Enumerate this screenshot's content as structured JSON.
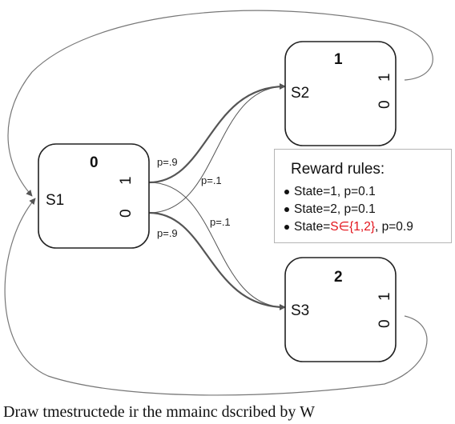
{
  "states": [
    {
      "id": "s1",
      "name": "S1",
      "value": "0",
      "actions": [
        "1",
        "0"
      ]
    },
    {
      "id": "s2",
      "name": "S2",
      "value": "1",
      "actions": [
        "1",
        "0"
      ]
    },
    {
      "id": "s3",
      "name": "S3",
      "value": "2",
      "actions": [
        "1",
        "0"
      ]
    }
  ],
  "transitions": {
    "a1_to_s2": "p=.9",
    "a1_to_s3": "p=.1",
    "a0_to_s2": "p=.1",
    "a0_to_s3": "p=.9"
  },
  "legend": {
    "title": "Reward rules:",
    "rules": [
      {
        "text": "State=1, p=0.1"
      },
      {
        "text": "State=2, p=0.1"
      },
      {
        "prefix": "State=",
        "highlight": "S∈{1,2}",
        "suffix": ", p=0.9"
      }
    ],
    "highlight_color": "#e3131b"
  },
  "caption": "Draw tmestructede ir the mmainc dscribed by W"
}
